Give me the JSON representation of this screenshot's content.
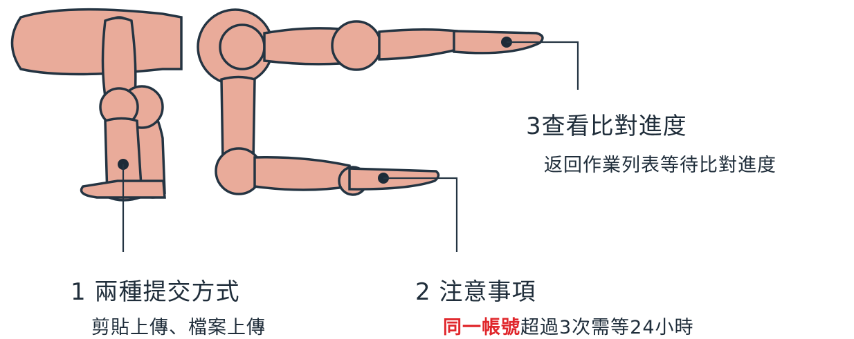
{
  "callouts": [
    {
      "title": "1 兩種提交方式",
      "description": "剪貼上傳、檔案上傳"
    },
    {
      "title": "2 注意事項",
      "highlight": "同一帳號",
      "description": "超過3次需等24小時"
    },
    {
      "title": "3查看比對進度",
      "description": "返回作業列表等待比對進度"
    }
  ],
  "colors": {
    "figure_fill": "#e9ab9a",
    "outline": "#243442",
    "text": "#1f2d3a",
    "highlight": "#e0262b"
  },
  "icons": [
    "wooden-mannequin-figure"
  ]
}
